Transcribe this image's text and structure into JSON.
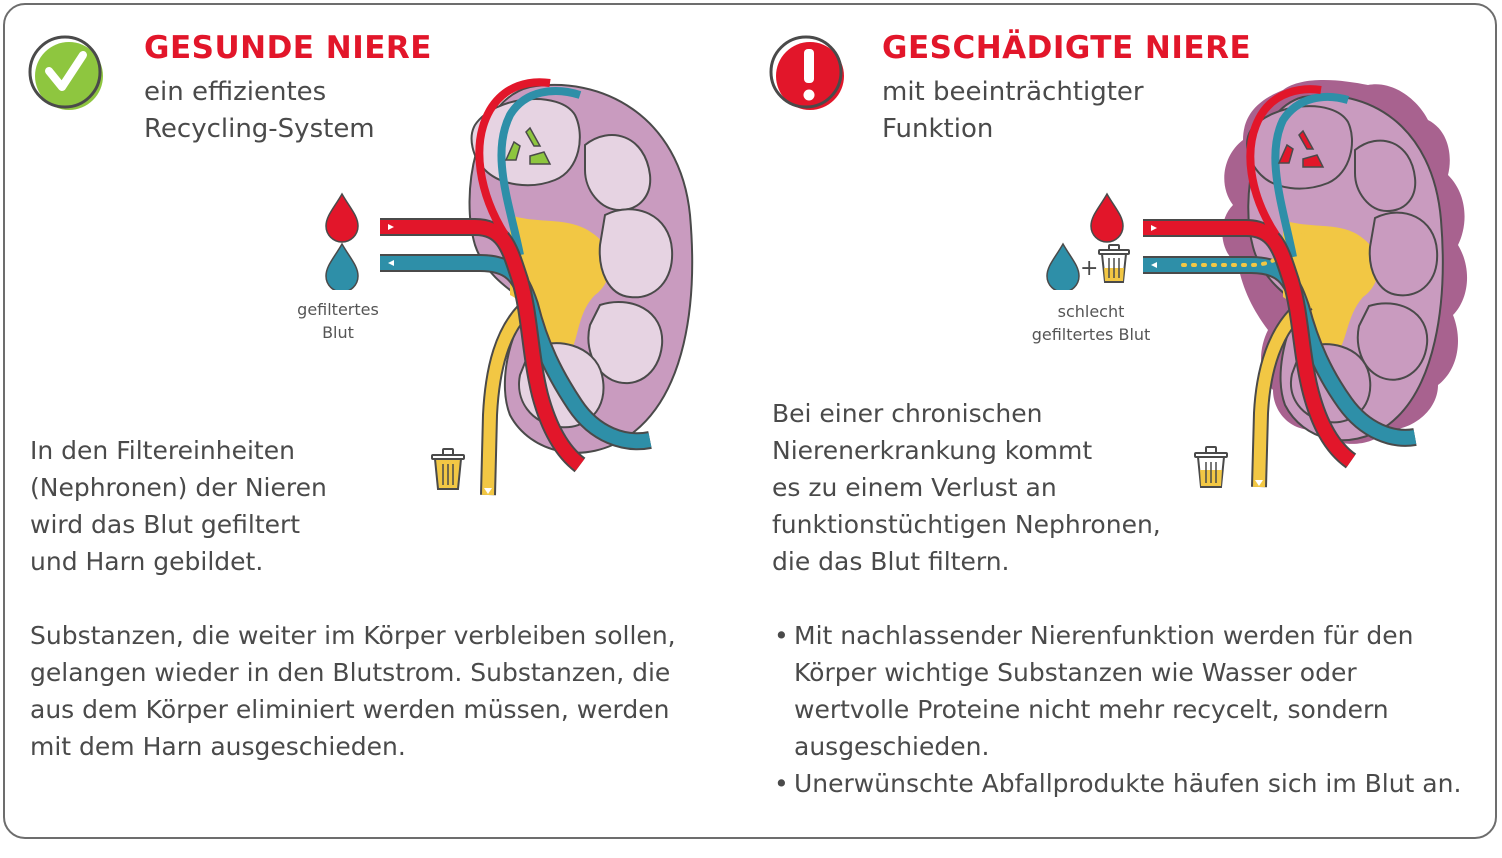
{
  "colors": {
    "title_red": "#e2162a",
    "healthy_green": "#8ec63f",
    "artery_red": "#e2162a",
    "vein_blue": "#2e8fa8",
    "urine_yellow": "#f2c744",
    "cortex_purple": "#c99bbf",
    "damaged_purple": "#a8628f",
    "medulla_pink": "#e6d3e2"
  },
  "healthy": {
    "icon": "checkmark-icon",
    "title": "GESUNDE NIERE",
    "subtitle_lines": [
      "ein effizientes",
      "Recycling-System"
    ],
    "caption_lines": [
      "gefiltertes",
      "Blut"
    ],
    "text_lines": [
      "In den Filtereinheiten",
      "(Nephronen) der Nieren",
      "wird das Blut gefiltert",
      "und Harn gebildet."
    ],
    "text2_lines": [
      "Substanzen, die weiter im Körper verbleiben sollen,",
      "gelangen wieder in den Blutstrom. Substanzen, die",
      "aus dem Körper eliminiert werden müssen, werden",
      "mit dem Harn ausgeschieden."
    ]
  },
  "damaged": {
    "icon": "exclamation-icon",
    "title": "GESCHÄDIGTE NIERE",
    "subtitle_lines": [
      "mit beeinträchtigter",
      "Funktion"
    ],
    "caption_lines": [
      "schlecht",
      "gefiltertes Blut"
    ],
    "plus_sign": "+",
    "text_lines": [
      "Bei einer chronischen",
      "Nierenerkrankung kommt",
      "es zu einem Verlust an",
      "funktionstüchtigen Nephronen,",
      "die das Blut filtern."
    ],
    "bullets": [
      {
        "lines": [
          "Mit nachlassender Nierenfunktion werden für den",
          "Körper wichtige Substanzen wie Wasser oder",
          "wertvolle Proteine nicht mehr recycelt, sondern",
          "ausgeschieden."
        ]
      },
      {
        "lines": [
          "Unerwünschte Abfallprodukte häufen sich im Blut an."
        ]
      }
    ]
  }
}
